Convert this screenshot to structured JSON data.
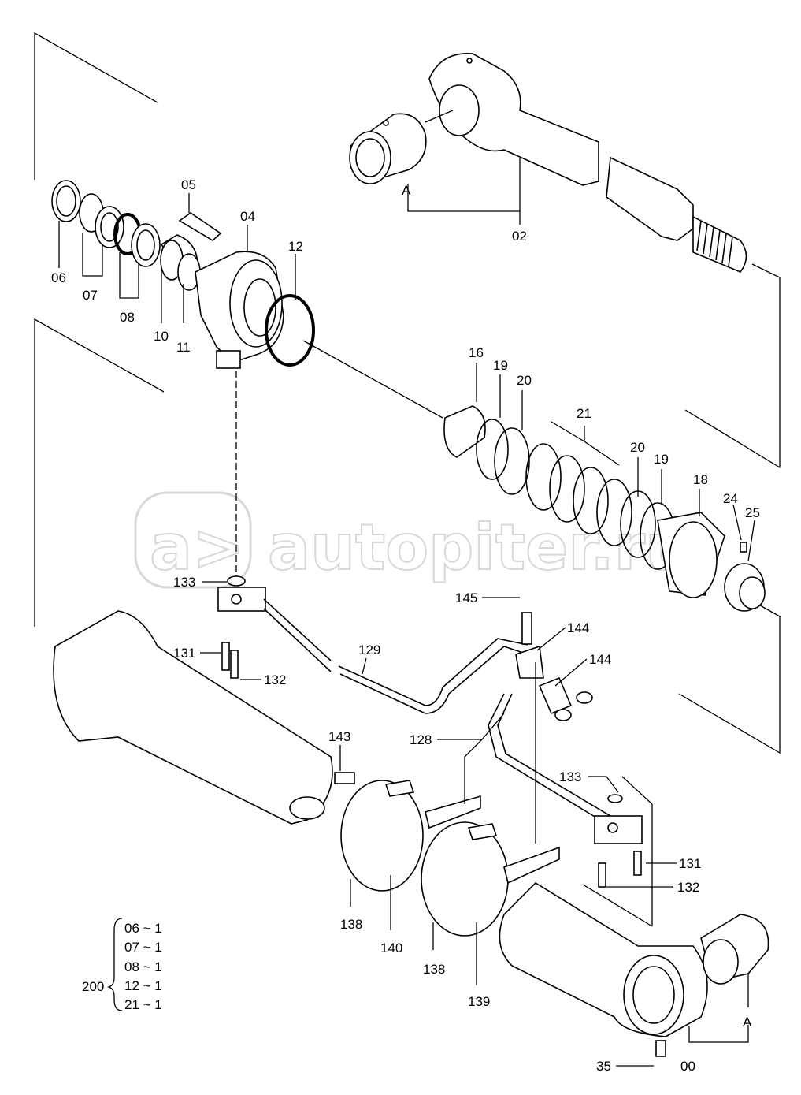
{
  "watermark": {
    "text": "autopiter.ru",
    "logo": "a>"
  },
  "labels": {
    "p00": "00",
    "p02": "02",
    "p04": "04",
    "p05": "05",
    "p06": "06",
    "p07": "07",
    "p08": "08",
    "p10": "10",
    "p11": "11",
    "p12": "12",
    "p16": "16",
    "p18": "18",
    "p19a": "19",
    "p19b": "19",
    "p20a": "20",
    "p20b": "20",
    "p21": "21",
    "p24": "24",
    "p25": "25",
    "p35": "35",
    "p128": "128",
    "p129": "129",
    "p131a": "131",
    "p131b": "131",
    "p132a": "132",
    "p132b": "132",
    "p133a": "133",
    "p133b": "133",
    "p138a": "138",
    "p138b": "138",
    "p139": "139",
    "p140": "140",
    "p143": "143",
    "p144a": "144",
    "p144b": "144",
    "p145": "145",
    "refA1": "A",
    "refA2": "A"
  },
  "kit": {
    "number": "200",
    "items": [
      "06 ~ 1",
      "07 ~ 1",
      "08 ~ 1",
      "12 ~ 1",
      "21 ~ 1"
    ]
  }
}
